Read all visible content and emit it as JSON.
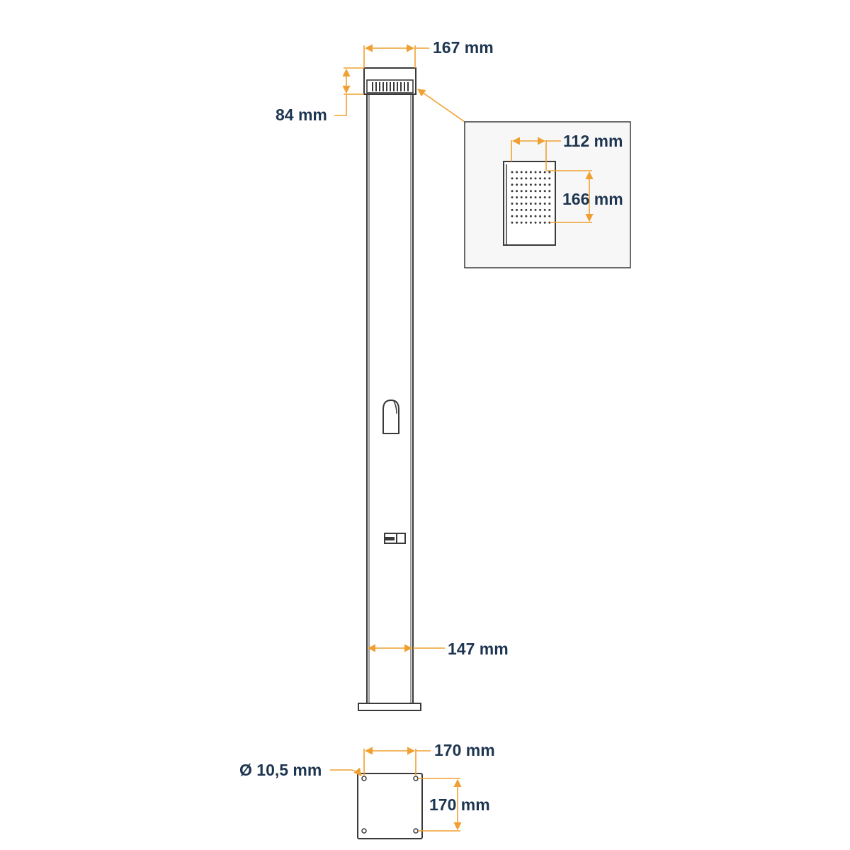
{
  "colors": {
    "dimension_line": "#f0a030",
    "outline": "#3a3a3a",
    "label_text": "#1d3550"
  },
  "dimensions": {
    "top_width": "167 mm",
    "top_height": "84 mm",
    "head_width": "112 mm",
    "head_length": "166 mm",
    "column_width": "147 mm",
    "base_width": "170 mm",
    "base_depth": "170 mm",
    "hole_diameter": "Ø 10,5 mm"
  }
}
